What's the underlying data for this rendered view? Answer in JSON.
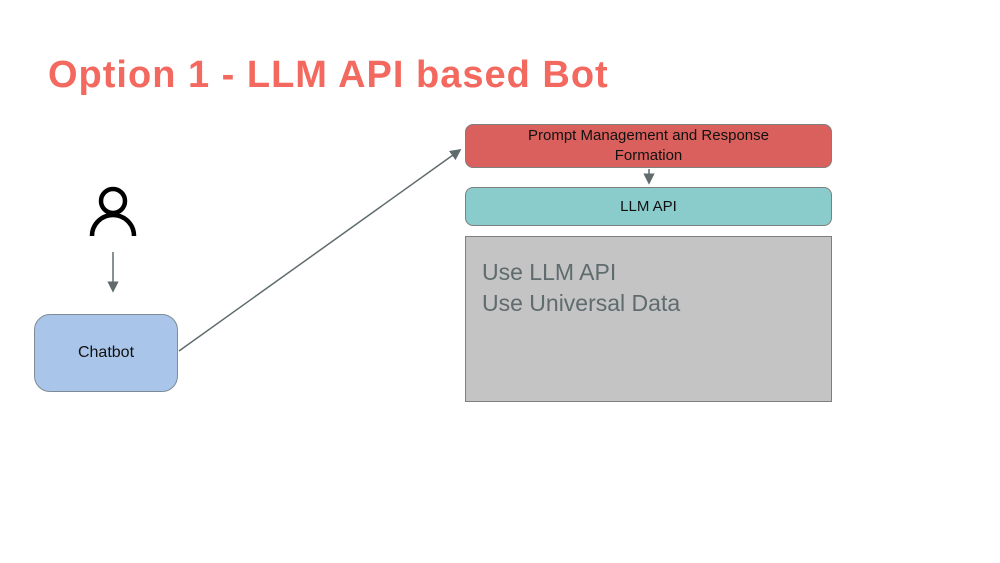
{
  "title": "Option 1 - LLM API based Bot",
  "colors": {
    "title_text": "#F4695F",
    "prompt_box_fill": "#D9605C",
    "llm_api_box_fill": "#8ACBCB",
    "detail_box_fill": "#C4C4C4",
    "detail_text": "#5F6B6D",
    "chatbot_box_fill": "#A9C6EA",
    "box_border": "#7F7F7F",
    "connector": "#5F6B6D",
    "person_icon": "#000000"
  },
  "nodes": {
    "user": {
      "icon": "person-icon"
    },
    "chatbot": {
      "label": "Chatbot"
    },
    "prompt": {
      "lines": [
        "Prompt Management and Response",
        "Formation"
      ]
    },
    "llm_api": {
      "label": "LLM API"
    },
    "detail": {
      "lines": [
        "Use LLM API",
        "Use Universal Data"
      ]
    }
  },
  "connectors": [
    {
      "name": "user-to-chatbot",
      "type": "arrow-down"
    },
    {
      "name": "chatbot-to-prompt",
      "type": "arrow-diagonal"
    },
    {
      "name": "prompt-to-llm-api",
      "type": "arrow-down"
    }
  ]
}
